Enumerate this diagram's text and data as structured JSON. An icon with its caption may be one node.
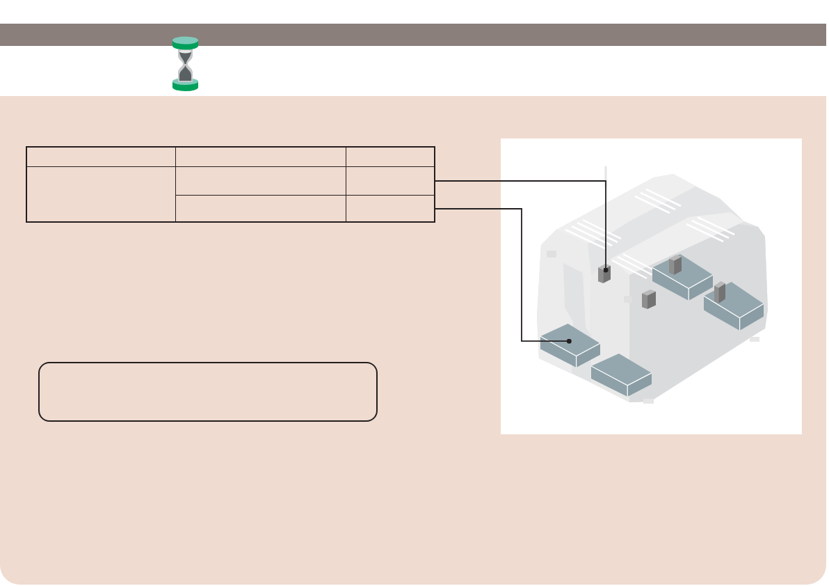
{
  "diagram": {
    "nodes": [
      {
        "text": [],
        "shape": "box"
      },
      {
        "text": [],
        "shape": "box"
      },
      {
        "text": [],
        "shape": "box"
      },
      {
        "text": [],
        "shape": "box"
      },
      {
        "text": [],
        "shape": "box"
      }
    ],
    "edges": [
      {
        "from": 0,
        "to": 3,
        "arrow": "other"
      },
      {
        "from": 1,
        "to": 4,
        "arrow": "other"
      }
    ]
  }
}
